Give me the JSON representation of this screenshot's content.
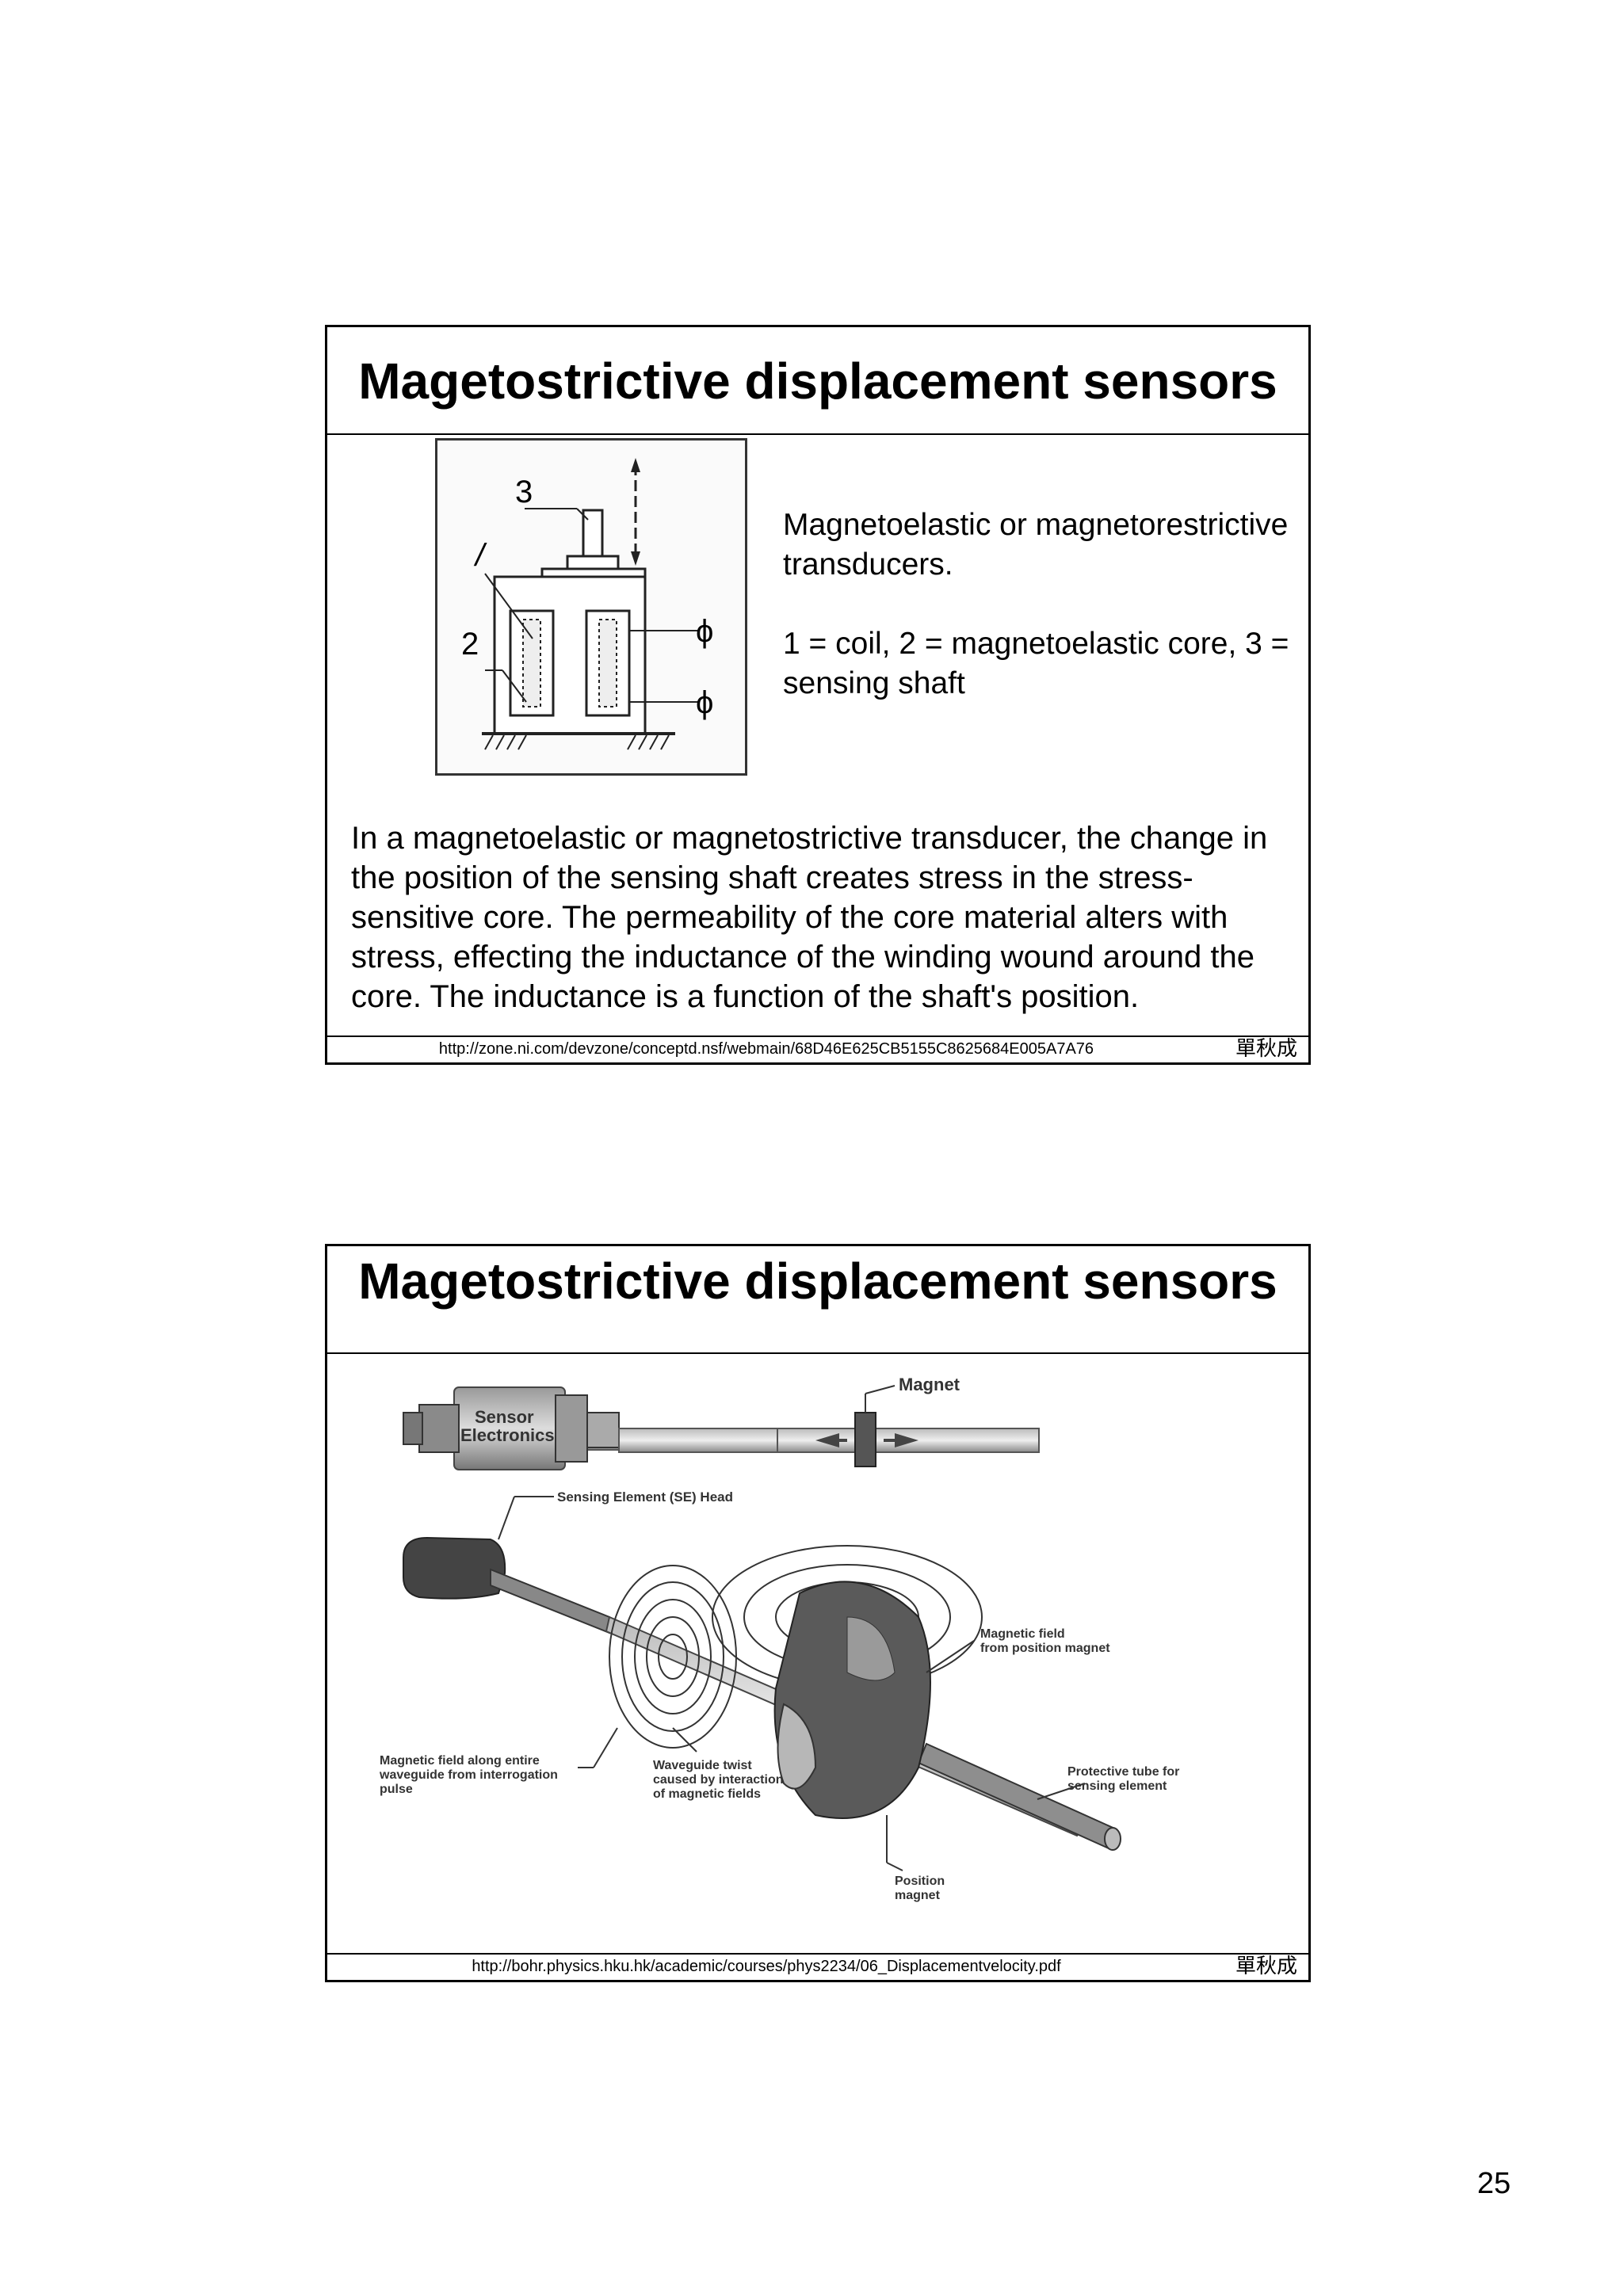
{
  "slides": [
    {
      "title": "Magetostrictive displacement sensors",
      "figure_labels": [
        "3",
        "/",
        "2",
        "ϕ",
        "ϕ"
      ],
      "desc_line1": "Magnetoelastic or magnetorestrictive transducers.",
      "desc_line2": "1 = coil, 2 = magnetoelastic core, 3 = sensing shaft",
      "body": "In a magnetoelastic or magnetostrictive transducer, the change in the position of the sensing shaft creates stress in the stress-sensitive core. The permeability of the core material alters with stress, effecting the inductance of the winding wound around the core. The inductance is a function of the shaft's position.",
      "footer_url": "http://zone.ni.com/devzone/conceptd.nsf/webmain/68D46E625CB5155C8625684E005A7A76",
      "footer_author": "單秋成"
    },
    {
      "title": "Magetostrictive displacement sensors",
      "diagram_labels": {
        "magnet": "Magnet",
        "sensor_electronics_1": "Sensor",
        "sensor_electronics_2": "Electronics",
        "se_head": "Sensing Element (SE) Head",
        "field_from_magnet_1": "Magnetic field",
        "field_from_magnet_2": "from position magnet",
        "field_along_1": "Magnetic field along entire",
        "field_along_2": "waveguide from interrogation",
        "field_along_3": "pulse",
        "twist_1": "Waveguide twist",
        "twist_2": "caused by interaction",
        "twist_3": "of magnetic fields",
        "tube_1": "Protective tube for",
        "tube_2": "sensing element",
        "pos_magnet_1": "Position",
        "pos_magnet_2": "magnet"
      },
      "footer_url": "http://bohr.physics.hku.hk/academic/courses/phys2234/06_Displacementvelocity.pdf",
      "footer_author": "單秋成"
    }
  ],
  "page_number": "25"
}
